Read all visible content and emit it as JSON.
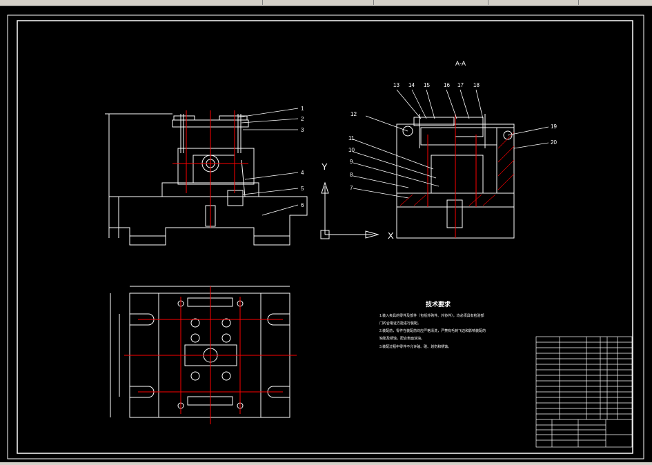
{
  "drawing": {
    "section_label": "A-A",
    "part_numbers_left": [
      "1",
      "2",
      "3",
      "4",
      "5",
      "6"
    ],
    "part_numbers_right": [
      "13",
      "14",
      "15",
      "16",
      "17",
      "18",
      "19",
      "20",
      "12",
      "11",
      "10",
      "9",
      "8",
      "7"
    ],
    "axis_labels": {
      "y": "Y",
      "x": "X"
    },
    "tech_title": "技术要求",
    "tech_lines": [
      "1.装入夹具的零件及部件（包括外购件、外协件），均必须具有检验部",
      "门的合格证方能进行装配。",
      "2.装配前，零件在装配前均应严格清洗，严禁有毛刺飞边和影响装配的",
      "缺陷及锈蚀，配合表面涂油。",
      "3.装配过程中零件不允许磕、碰、划伤和锈蚀。"
    ]
  },
  "colors": {
    "background": "#000000",
    "outline": "#ffffff",
    "centerline": "#ff0000",
    "toolbar": "#d4d0c8"
  }
}
